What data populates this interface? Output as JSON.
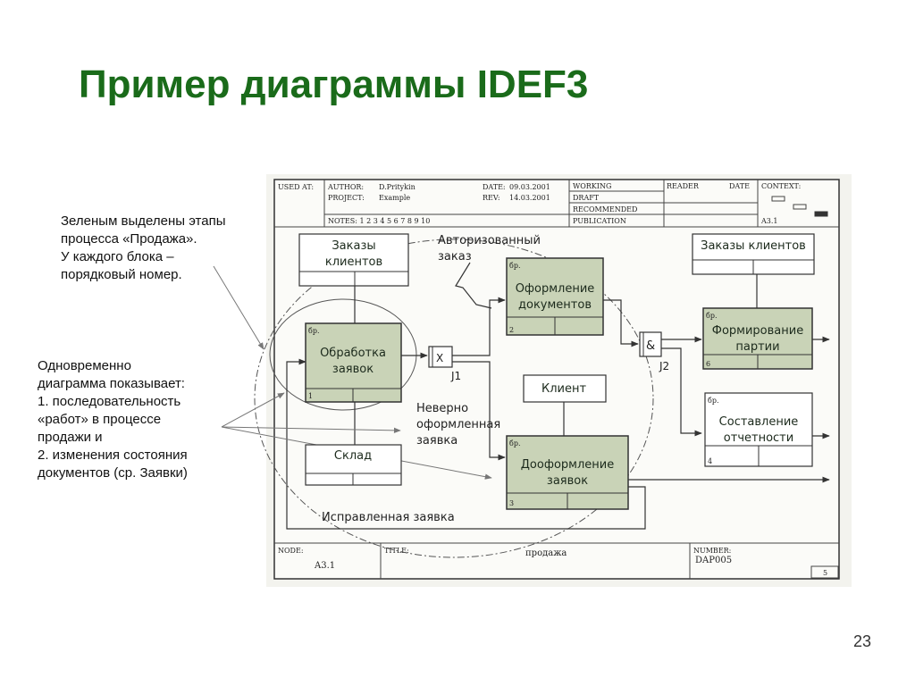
{
  "slide": {
    "title": "Пример диаграммы IDEF3",
    "note1": [
      "Зеленым выделены этапы",
      "процесса «Продажа».",
      "У каждого блока –",
      "порядковый номер."
    ],
    "note2": [
      "Одновременно",
      "диаграмма показывает:",
      "1. последовательность",
      "«работ» в процессе",
      "продажи       и",
      "2. изменения состояния",
      "документов (ср. Заявки)"
    ],
    "page_number": "23"
  },
  "diagram": {
    "header": {
      "used_at": "USED AT:",
      "author_label": "AUTHOR:",
      "author_value": "D.Pritykin",
      "project_label": "PROJECT:",
      "project_value": "Example",
      "date_label": "DATE:",
      "date_value": "09.03.2001",
      "rev_label": "REV:",
      "rev_value": "14.03.2001",
      "notes": "NOTES:  1  2  3  4  5  6  7  8  9  10",
      "status": [
        "WORKING",
        "DRAFT",
        "RECOMMENDED",
        "PUBLICATION"
      ],
      "reader": "READER",
      "date2": "DATE",
      "context": "CONTEXT:",
      "context_value": "A3.1"
    },
    "footer": {
      "node_label": "NODE:",
      "node_value": "A3.1",
      "title_label": "TITLE:",
      "title_value": "продажа",
      "number_label": "NUMBER:",
      "number_value": "DAP005",
      "page": "5"
    },
    "boxes": {
      "orders_top": "Заказы клиентов",
      "processing": "Обработка заявок",
      "documents": "Оформление документов",
      "forming": "Формирование партии",
      "orders_right": "Заказы клиентов",
      "client": "Клиент",
      "reporting": "Составление отчетности",
      "completion": "Дооформление заявок",
      "warehouse": "Склад"
    },
    "box_numbers": [
      "1",
      "2",
      "3",
      "4",
      "6"
    ],
    "box_marker": "бр.",
    "junctions": {
      "j1_symbol": "X",
      "j1_label": "J1",
      "j2_symbol": "&",
      "j2_label": "J2"
    },
    "labels": {
      "authorized": "Авторизованный заказ",
      "invalid": "Неверно оформленная заявка",
      "corrected": "Исправленная заявка"
    }
  },
  "colors": {
    "title": "#1a6b1a",
    "uow_fill": "#c9d3b7",
    "frame_bg": "#f3f3ee"
  }
}
